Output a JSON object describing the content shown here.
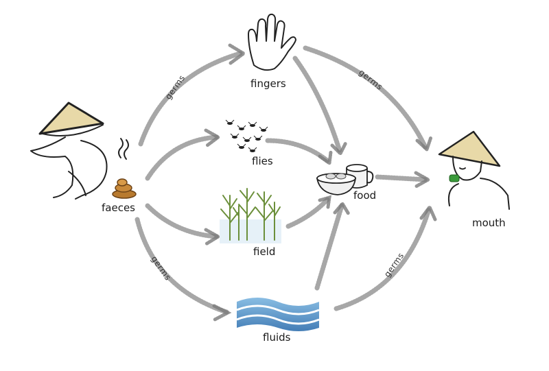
{
  "nodes": {
    "faeces": "faeces",
    "fingers": "fingers",
    "flies": "flies",
    "field": "field",
    "food": "food",
    "fluids": "fluids",
    "mouth": "mouth"
  },
  "edge_labels": {
    "faeces_fingers": "germs",
    "fingers_mouth": "germs",
    "faeces_fluids": "germs",
    "fluids_mouth": "germs"
  },
  "colors": {
    "hat": "#e8d9a8",
    "faeces": "#b87a2e",
    "water": "#4a90c8",
    "plant": "#6b8f3a",
    "leaf": "#3a9a3a"
  }
}
